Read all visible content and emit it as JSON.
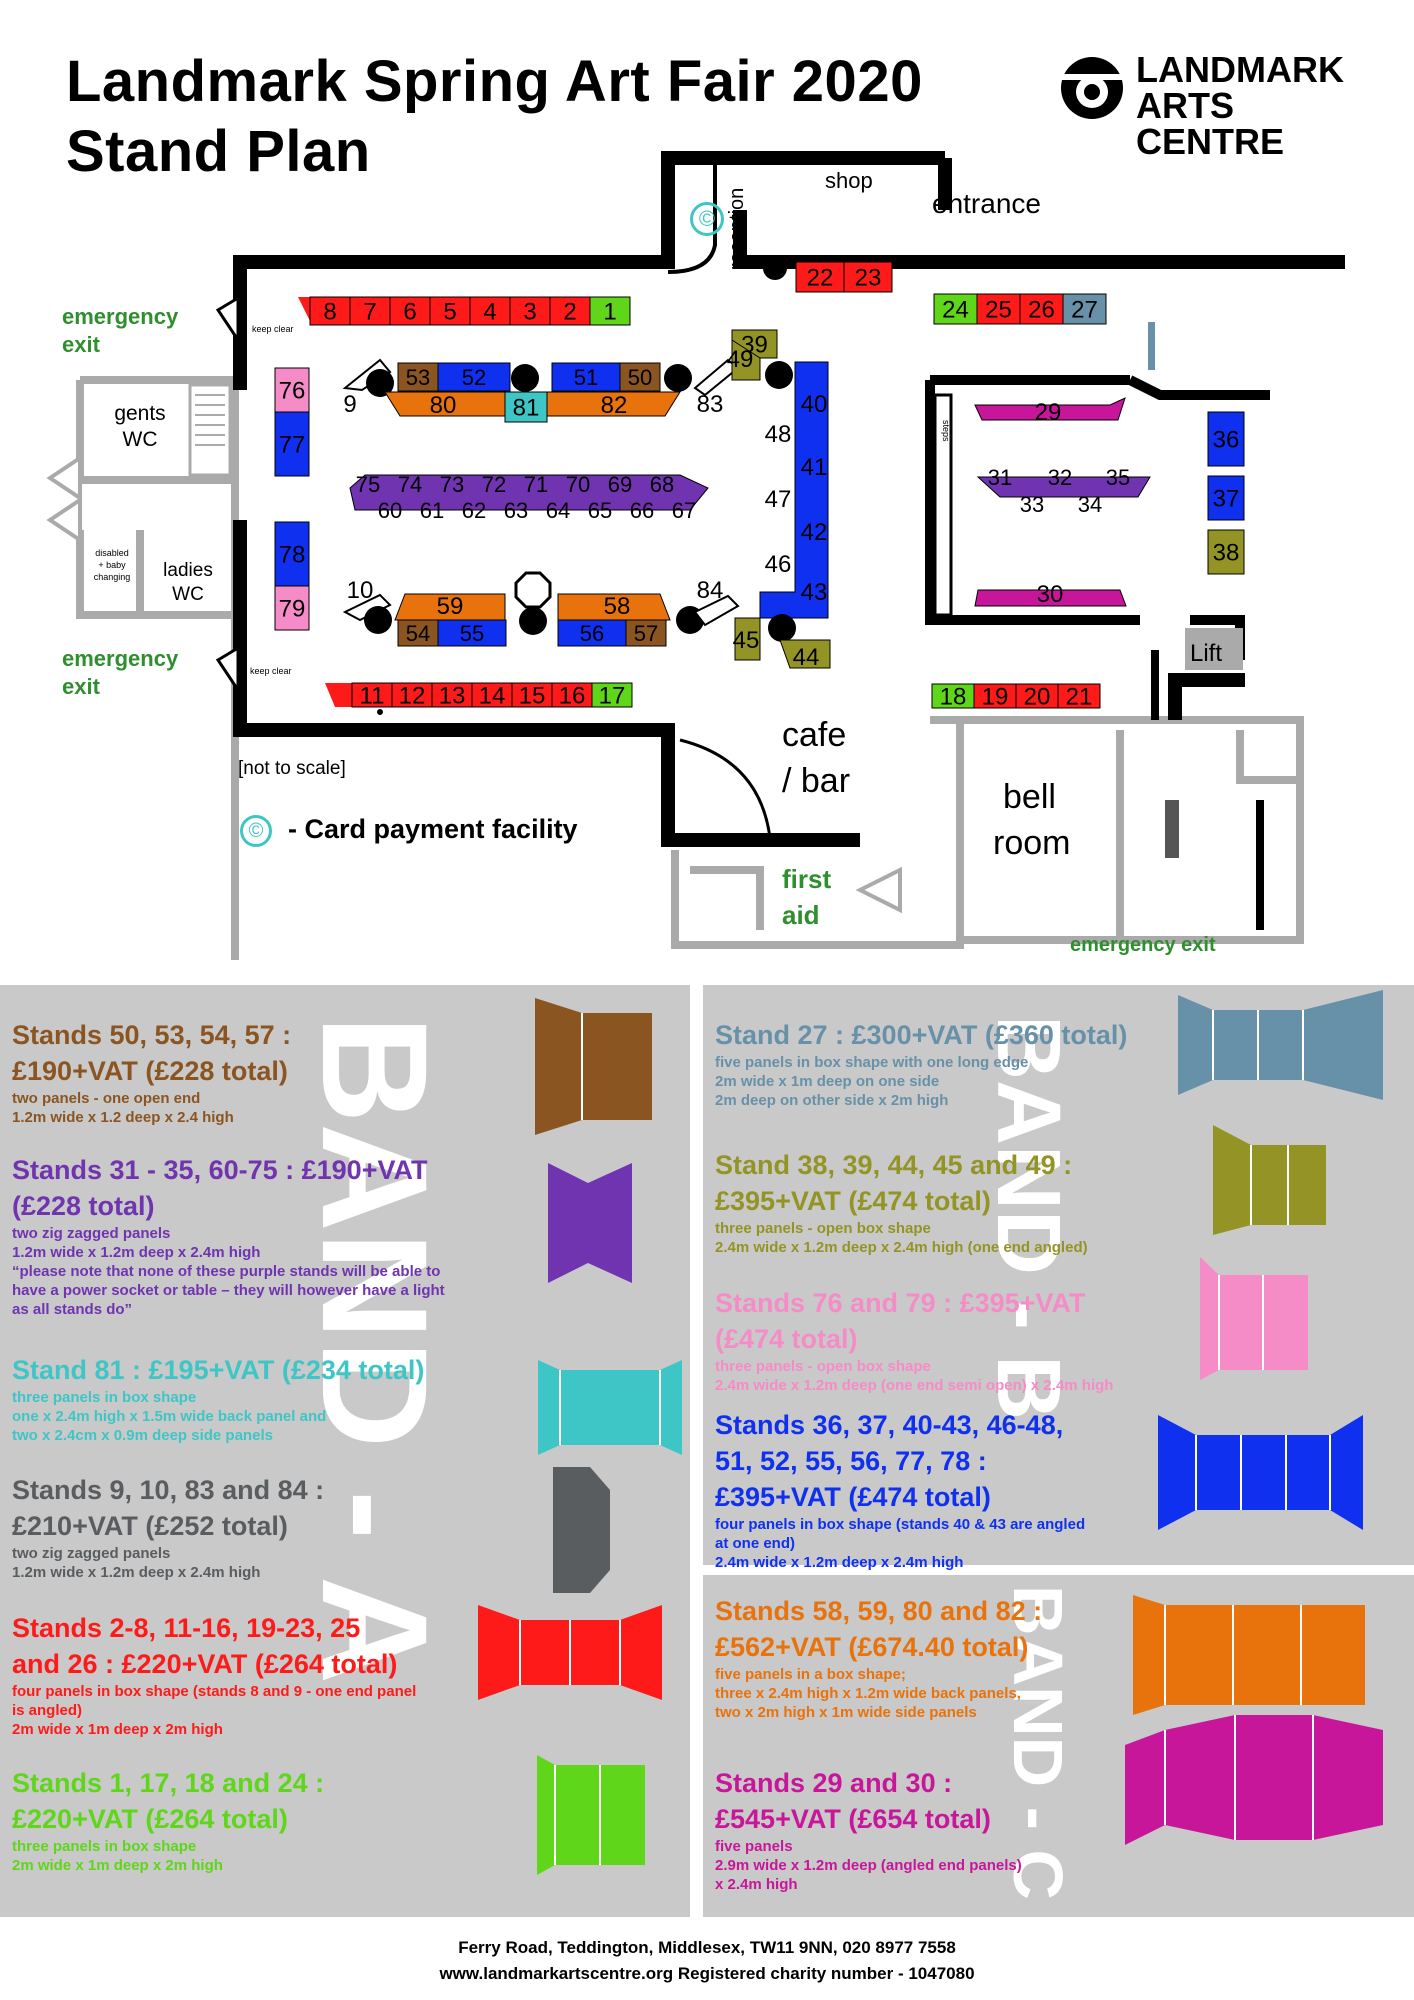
{
  "header": {
    "title_line1": "Landmark Spring Art Fair 2020",
    "title_line2": "Stand Plan",
    "logo_line1": "LANDMARK",
    "logo_line2": "ARTS CENTRE"
  },
  "plan": {
    "shop": "shop",
    "entrance": "entrance",
    "reception": "reception",
    "emergency_exit_top_line1": "emergency",
    "emergency_exit_top_line2": "exit",
    "emergency_exit_mid_line1": "emergency",
    "emergency_exit_mid_line2": "exit",
    "emergency_exit_bottom": "emergency exit",
    "gents_line1": "gents",
    "gents_line2": "WC",
    "ladies_line1": "ladies",
    "ladies_line2": "WC",
    "disabled_line1": "disabled",
    "disabled_line2": "+ baby",
    "disabled_line3": "changing",
    "keep_clear_top": "keep clear",
    "keep_clear_bottom": "keep clear",
    "cafe_line1": "cafe",
    "cafe_line2": "/ bar",
    "first_aid_line1": "first",
    "first_aid_line2": "aid",
    "bell_line1": "bell",
    "bell_line2": "room",
    "lift": "Lift",
    "not_to_scale": "[not to scale]",
    "card_payment": "- Card payment facility",
    "card_symbol": "©",
    "steps": "steps",
    "colors": {
      "red": "#ff1a1a",
      "green": "#5fd61a",
      "blue": "#1030f0",
      "orange": "#e8720c",
      "brown": "#8b5522",
      "purple": "#7034b0",
      "teal": "#3ec6c6",
      "olive": "#949426",
      "pink": "#f58cc8",
      "magenta": "#c8169a",
      "slate": "#6791a8",
      "gray": "#5a5d60"
    },
    "stands_top_left": [
      "8",
      "7",
      "6",
      "5",
      "4",
      "3",
      "2",
      "1"
    ],
    "stands_top_mid": [
      "22",
      "23"
    ],
    "stands_top_right": [
      "24",
      "25",
      "26",
      "27"
    ],
    "stands_bottom_left": [
      "11",
      "12",
      "13",
      "14",
      "15",
      "16",
      "17"
    ],
    "stands_bottom_right": [
      "18",
      "19",
      "20",
      "21"
    ],
    "stands_purple_top": [
      "75",
      "74",
      "73",
      "72",
      "71",
      "70",
      "69",
      "68"
    ],
    "stands_purple_bottom": [
      "60",
      "61",
      "62",
      "63",
      "64",
      "65",
      "66",
      "67"
    ],
    "stand_labels": {
      "s9": "9",
      "s10": "10",
      "s83": "83",
      "s84": "84",
      "s53": "53",
      "s52": "52",
      "s51": "51",
      "s50": "50",
      "s80": "80",
      "s81": "81",
      "s82": "82",
      "s59": "59",
      "s58": "58",
      "s54": "54",
      "s55": "55",
      "s56": "56",
      "s57": "57",
      "s76": "76",
      "s77": "77",
      "s78": "78",
      "s79": "79",
      "s49": "49",
      "s39": "39",
      "s40": "40",
      "s48": "48",
      "s41": "41",
      "s47": "47",
      "s42": "42",
      "s46": "46",
      "s43": "43",
      "s45": "45",
      "s44": "44",
      "s29": "29",
      "s30": "30",
      "s31": "31",
      "s32": "32",
      "s35": "35",
      "s33": "33",
      "s34": "34",
      "s36": "36",
      "s37": "37",
      "s38": "38"
    }
  },
  "legend": {
    "band_a": "BAND - A",
    "band_b": "BAND - B",
    "band_c": "BAND - C",
    "entries_left": [
      {
        "head": "Stands 50, 53, 54, 57 :\n£190+VAT (£228 total)",
        "desc": "two panels - one open end\n1.2m wide x 1.2 deep x 2.4 high",
        "color": "#8b5522"
      },
      {
        "head": "Stands 31 - 35, 60-75 : £190+VAT\n(£228 total)",
        "desc": "two zig zagged panels\n1.2m wide x 1.2m deep x 2.4m high\n“please note that none of these purple stands will be able to\nhave a power socket or table – they will however have a light\nas all stands do”",
        "color": "#7034b0"
      },
      {
        "head": "Stand 81 : £195+VAT (£234 total)",
        "desc": "three panels in box shape\none x 2.4m high x 1.5m wide back panel and\ntwo x 2.4cm x 0.9m deep side panels",
        "color": "#3ec6c6"
      },
      {
        "head": "Stands 9, 10, 83 and 84 :\n£210+VAT (£252 total)",
        "desc": "two zig zagged panels\n1.2m wide x 1.2m deep x 2.4m high",
        "color": "#5a5d60"
      },
      {
        "head": "Stands 2-8, 11-16, 19-23, 25\nand 26 : £220+VAT (£264 total)",
        "desc": "four panels in box shape (stands 8 and 9 - one end panel\nis angled)\n2m wide x 1m deep x 2m high",
        "color": "#ff1a1a"
      },
      {
        "head": "Stands 1, 17, 18 and 24 :\n£220+VAT (£264 total)",
        "desc": "three panels in box shape\n2m wide x 1m deep x 2m high",
        "color": "#5fd61a"
      }
    ],
    "entries_right": [
      {
        "head": "Stand 27 : £300+VAT (£360 total)",
        "desc": "five panels in box shape with one long edge\n2m wide x 1m deep on one side\n2m deep on other side x 2m high",
        "color": "#6791a8"
      },
      {
        "head": "Stand 38, 39, 44, 45 and 49 :\n£395+VAT (£474 total)",
        "desc": "three panels - open box shape\n2.4m wide x 1.2m deep x 2.4m high (one end angled)",
        "color": "#949426"
      },
      {
        "head": "Stands 76 and 79 : £395+VAT\n(£474 total)",
        "desc": "three panels - open box shape\n2.4m wide x 1.2m deep (one end semi open) x 2.4m high",
        "color": "#f58cc8"
      },
      {
        "head": "Stands 36, 37, 40-43, 46-48,\n51, 52, 55, 56, 77, 78 :\n£395+VAT (£474 total)",
        "desc": "four panels in box shape (stands 40 & 43 are angled\nat one end)\n2.4m wide x 1.2m deep x 2.4m high",
        "color": "#1030f0"
      },
      {
        "head": "Stands 58, 59, 80 and 82 :\n£562+VAT (£674.40 total)",
        "desc": "five panels in a box shape;\nthree x 2.4m high x 1.2m wide back panels,\ntwo x 2m high x 1m wide side panels",
        "color": "#e8720c"
      },
      {
        "head": "Stands 29 and 30 :\n£545+VAT (£654 total)",
        "desc": "five panels\n2.9m wide x 1.2m deep (angled end panels)\nx 2.4m high",
        "color": "#c8169a"
      }
    ]
  },
  "footer": {
    "line1": "Ferry Road, Teddington, Middlesex, TW11 9NN, 020 8977 7558",
    "line2": "www.landmarkartscentre.org  Registered charity number - 1047080"
  }
}
